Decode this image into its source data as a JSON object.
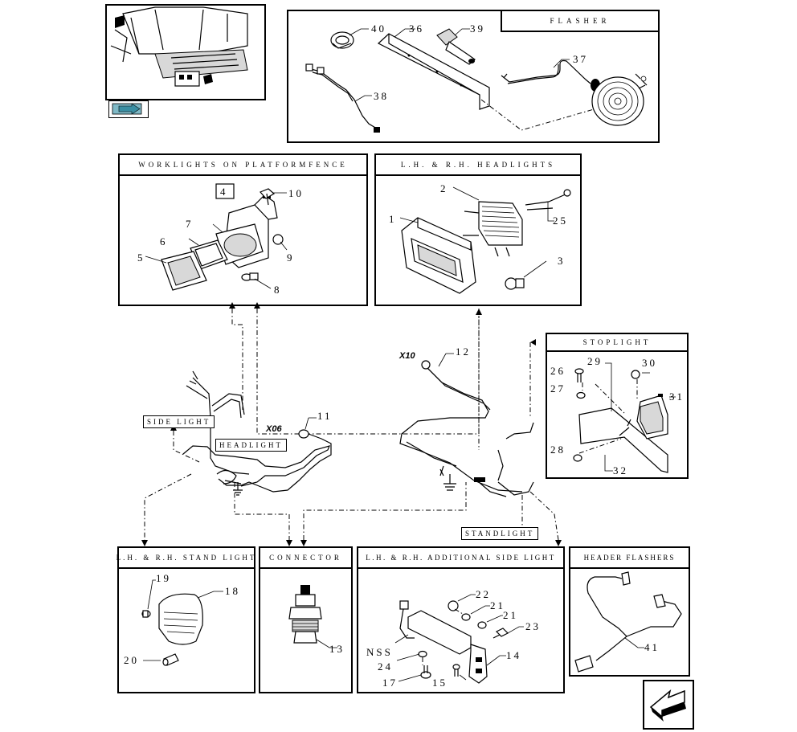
{
  "sections": {
    "flasher": "FLASHER",
    "worklights": "WORKLIGHTS ON PLATFORMFENCE",
    "headlights": "L.H. & R.H. HEADLIGHTS",
    "stoplight": "STOPLIGHT",
    "stand_light": "L.H. & R.H. STAND LIGHT",
    "connector": "CONNECTOR",
    "additional_side_light": "L.H. & R.H. ADDITIONAL SIDE LIGHT",
    "header_flashers": "HEADER FLASHERS"
  },
  "tags": {
    "side_light": "SIDE LIGHT",
    "headlight": "HEADLIGHT",
    "standlight": "STANDLIGHT",
    "nss": "NSS"
  },
  "connectors": {
    "x10": "X10",
    "x06": "X06"
  },
  "parts": {
    "p1": "1",
    "p2": "2",
    "p3": "3",
    "p4": "4",
    "p5": "5",
    "p6": "6",
    "p7": "7",
    "p8": "8",
    "p9": "9",
    "p10": "10",
    "p11": "11",
    "p12": "12",
    "p13": "13",
    "p14": "14",
    "p15": "15",
    "p17": "17",
    "p18": "18",
    "p19": "19",
    "p20": "20",
    "p21a": "21",
    "p21b": "21",
    "p22": "22",
    "p23": "23",
    "p24": "24",
    "p25": "25",
    "p26": "26",
    "p27": "27",
    "p28": "28",
    "p29": "29",
    "p30": "30",
    "p31": "31",
    "p32": "32",
    "p36": "36",
    "p37": "37",
    "p38": "38",
    "p39": "39",
    "p40": "40",
    "p41": "41"
  },
  "icons": {
    "thumbnail": "tractor-platform-thumbnail",
    "nav_next": "arrow-right-icon",
    "nav_back": "arrow-back-icon",
    "ground": "ground-symbol-icon"
  }
}
